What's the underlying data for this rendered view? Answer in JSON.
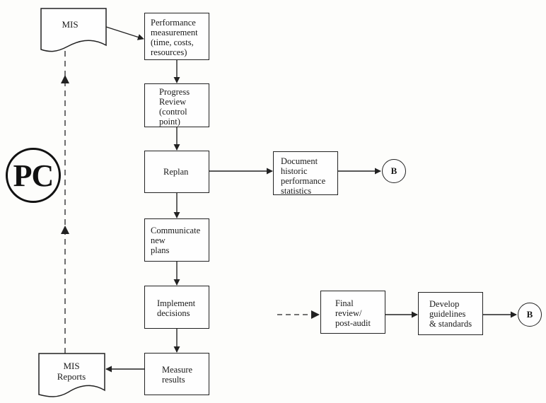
{
  "badge": {
    "text": "PC"
  },
  "documents": {
    "mis": "MIS",
    "mis_reports": "MIS\nReports"
  },
  "process": {
    "performance_measurement": "Performance\nmeasurement\n(time, costs,\nresources)",
    "progress_review": "Progress\nReview\n(control\npoint)",
    "replan": "Replan",
    "communicate": "Communicate\nnew\nplans",
    "implement": "Implement\ndecisions",
    "measure": "Measure\nresults",
    "document_stats": "Document\nhistoric\nperformance\nstatistics",
    "final_review": "Final\nreview/\npost-audit",
    "develop_guidelines": "Develop\nguidelines\n& standards"
  },
  "connectors": {
    "b1": "B",
    "b2": "B"
  }
}
